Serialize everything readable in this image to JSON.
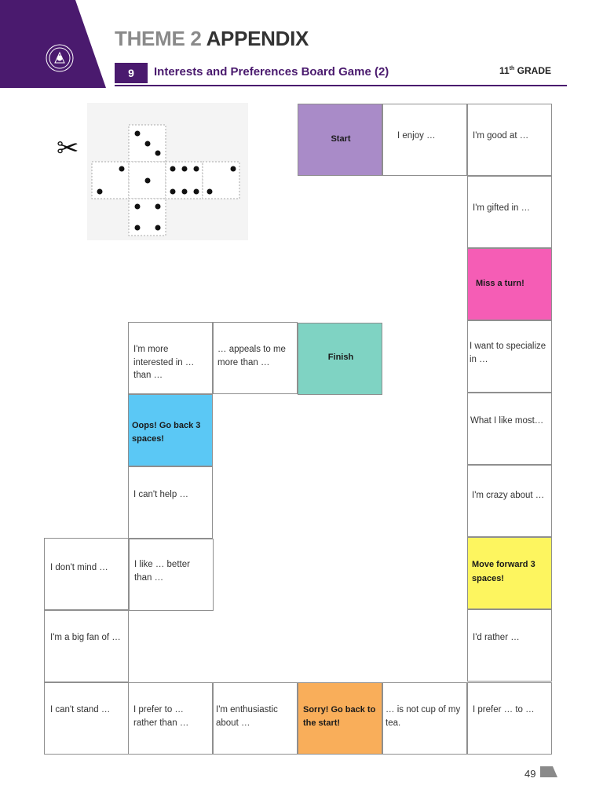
{
  "header": {
    "theme_label": "THEME 2",
    "appendix_label": "APPENDIX",
    "section_number": "9",
    "subtitle": "Interests and Preferences Board Game (2)",
    "grade_number": "11",
    "grade_suffix": "th",
    "grade_word": "GRADE"
  },
  "colors": {
    "brand_purple": "#4a1a6e",
    "start": "#a98bc8",
    "miss_turn": "#f55db5",
    "finish": "#7fd3c3",
    "go_back": "#5bc8f5",
    "move_forward": "#fdf55f",
    "sorry": "#f9ae5a"
  },
  "icons": {
    "scissors": "scissors-icon",
    "logo": "emblem-logo"
  },
  "board": {
    "start": "Start",
    "enjoy": "I enjoy …",
    "good_at": "I'm good at …",
    "gifted": "I'm gifted in …",
    "miss_turn": "Miss a turn!",
    "specialize": "I want to specialize in …",
    "like_most": "What I like most…",
    "crazy_about": "I'm crazy about …",
    "move_forward": "Move forward 3 spaces!",
    "rather": "I'd rather …",
    "prefer_to": "I prefer … to …",
    "not_cup": "… is not cup of my tea.",
    "sorry": "Sorry! Go back to the start!",
    "enthusiastic": "I'm enthusiastic about …",
    "prefer_rather": "I prefer to … rather than …",
    "cant_stand": "I can't stand …",
    "big_fan": "I'm a big fan of …",
    "dont_mind": "I don't mind …",
    "like_better": "I like … better than …",
    "cant_help": "I can't help …",
    "go_back": "Oops! Go back 3 spaces!",
    "more_interested": "I'm more interested in … than …",
    "appeals": "… appeals to me more than …",
    "finish": "Finish"
  },
  "footer": {
    "page_number": "49"
  }
}
